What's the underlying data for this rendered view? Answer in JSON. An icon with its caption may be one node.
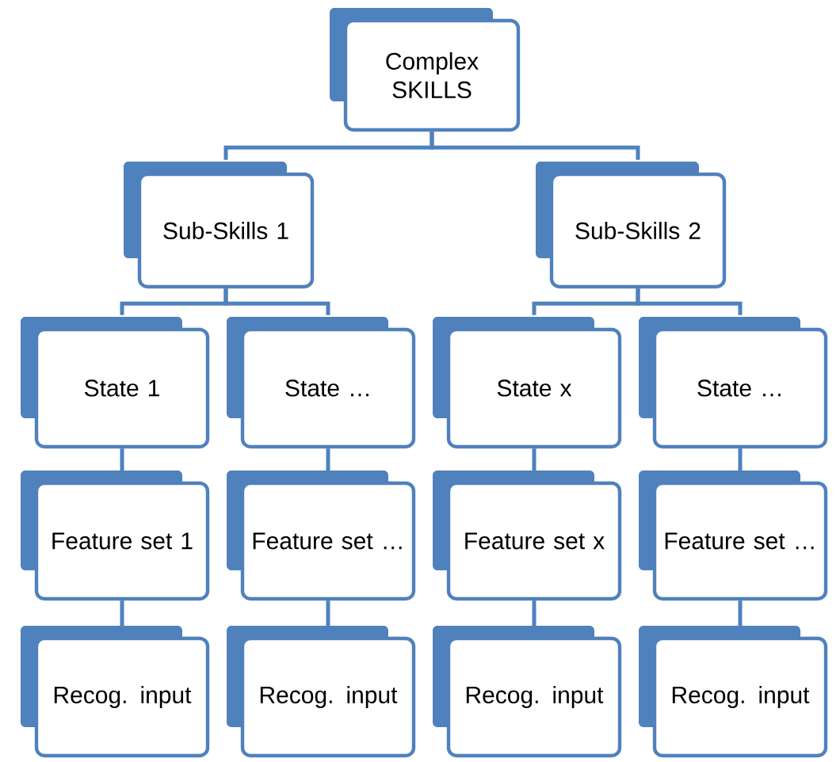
{
  "diagram": {
    "nodes": [
      {
        "text": [
          "Complex SKILLS"
        ]
      },
      {
        "text": [
          "Sub-Skills 1"
        ]
      },
      {
        "text": [
          "Sub-Skills 2"
        ]
      },
      {
        "text": [
          "State 1"
        ]
      },
      {
        "text": [
          "State …"
        ]
      },
      {
        "text": [
          "State x"
        ]
      },
      {
        "text": [
          "State …"
        ]
      },
      {
        "text": [
          "Feature set 1"
        ]
      },
      {
        "text": [
          "Feature set …"
        ]
      },
      {
        "text": [
          "Feature set x"
        ]
      },
      {
        "text": [
          "Feature set …"
        ]
      },
      {
        "text": [
          "Recog. input"
        ]
      },
      {
        "text": [
          "Recog. input"
        ]
      },
      {
        "text": [
          "Recog. input"
        ]
      },
      {
        "text": [
          "Recog. input"
        ]
      }
    ],
    "edges": [
      {
        "from": 0,
        "to": 1,
        "arrow": "none"
      },
      {
        "from": 0,
        "to": 2,
        "arrow": "none"
      },
      {
        "from": 1,
        "to": 3,
        "arrow": "none"
      },
      {
        "from": 1,
        "to": 4,
        "arrow": "none"
      },
      {
        "from": 2,
        "to": 5,
        "arrow": "none"
      },
      {
        "from": 2,
        "to": 6,
        "arrow": "none"
      },
      {
        "from": 3,
        "to": 7,
        "arrow": "none"
      },
      {
        "from": 4,
        "to": 8,
        "arrow": "none"
      },
      {
        "from": 5,
        "to": 9,
        "arrow": "none"
      },
      {
        "from": 6,
        "to": 10,
        "arrow": "none"
      },
      {
        "from": 7,
        "to": 11,
        "arrow": "none"
      },
      {
        "from": 8,
        "to": 12,
        "arrow": "none"
      },
      {
        "from": 9,
        "to": 13,
        "arrow": "none"
      },
      {
        "from": 10,
        "to": 14,
        "arrow": "none"
      }
    ]
  }
}
